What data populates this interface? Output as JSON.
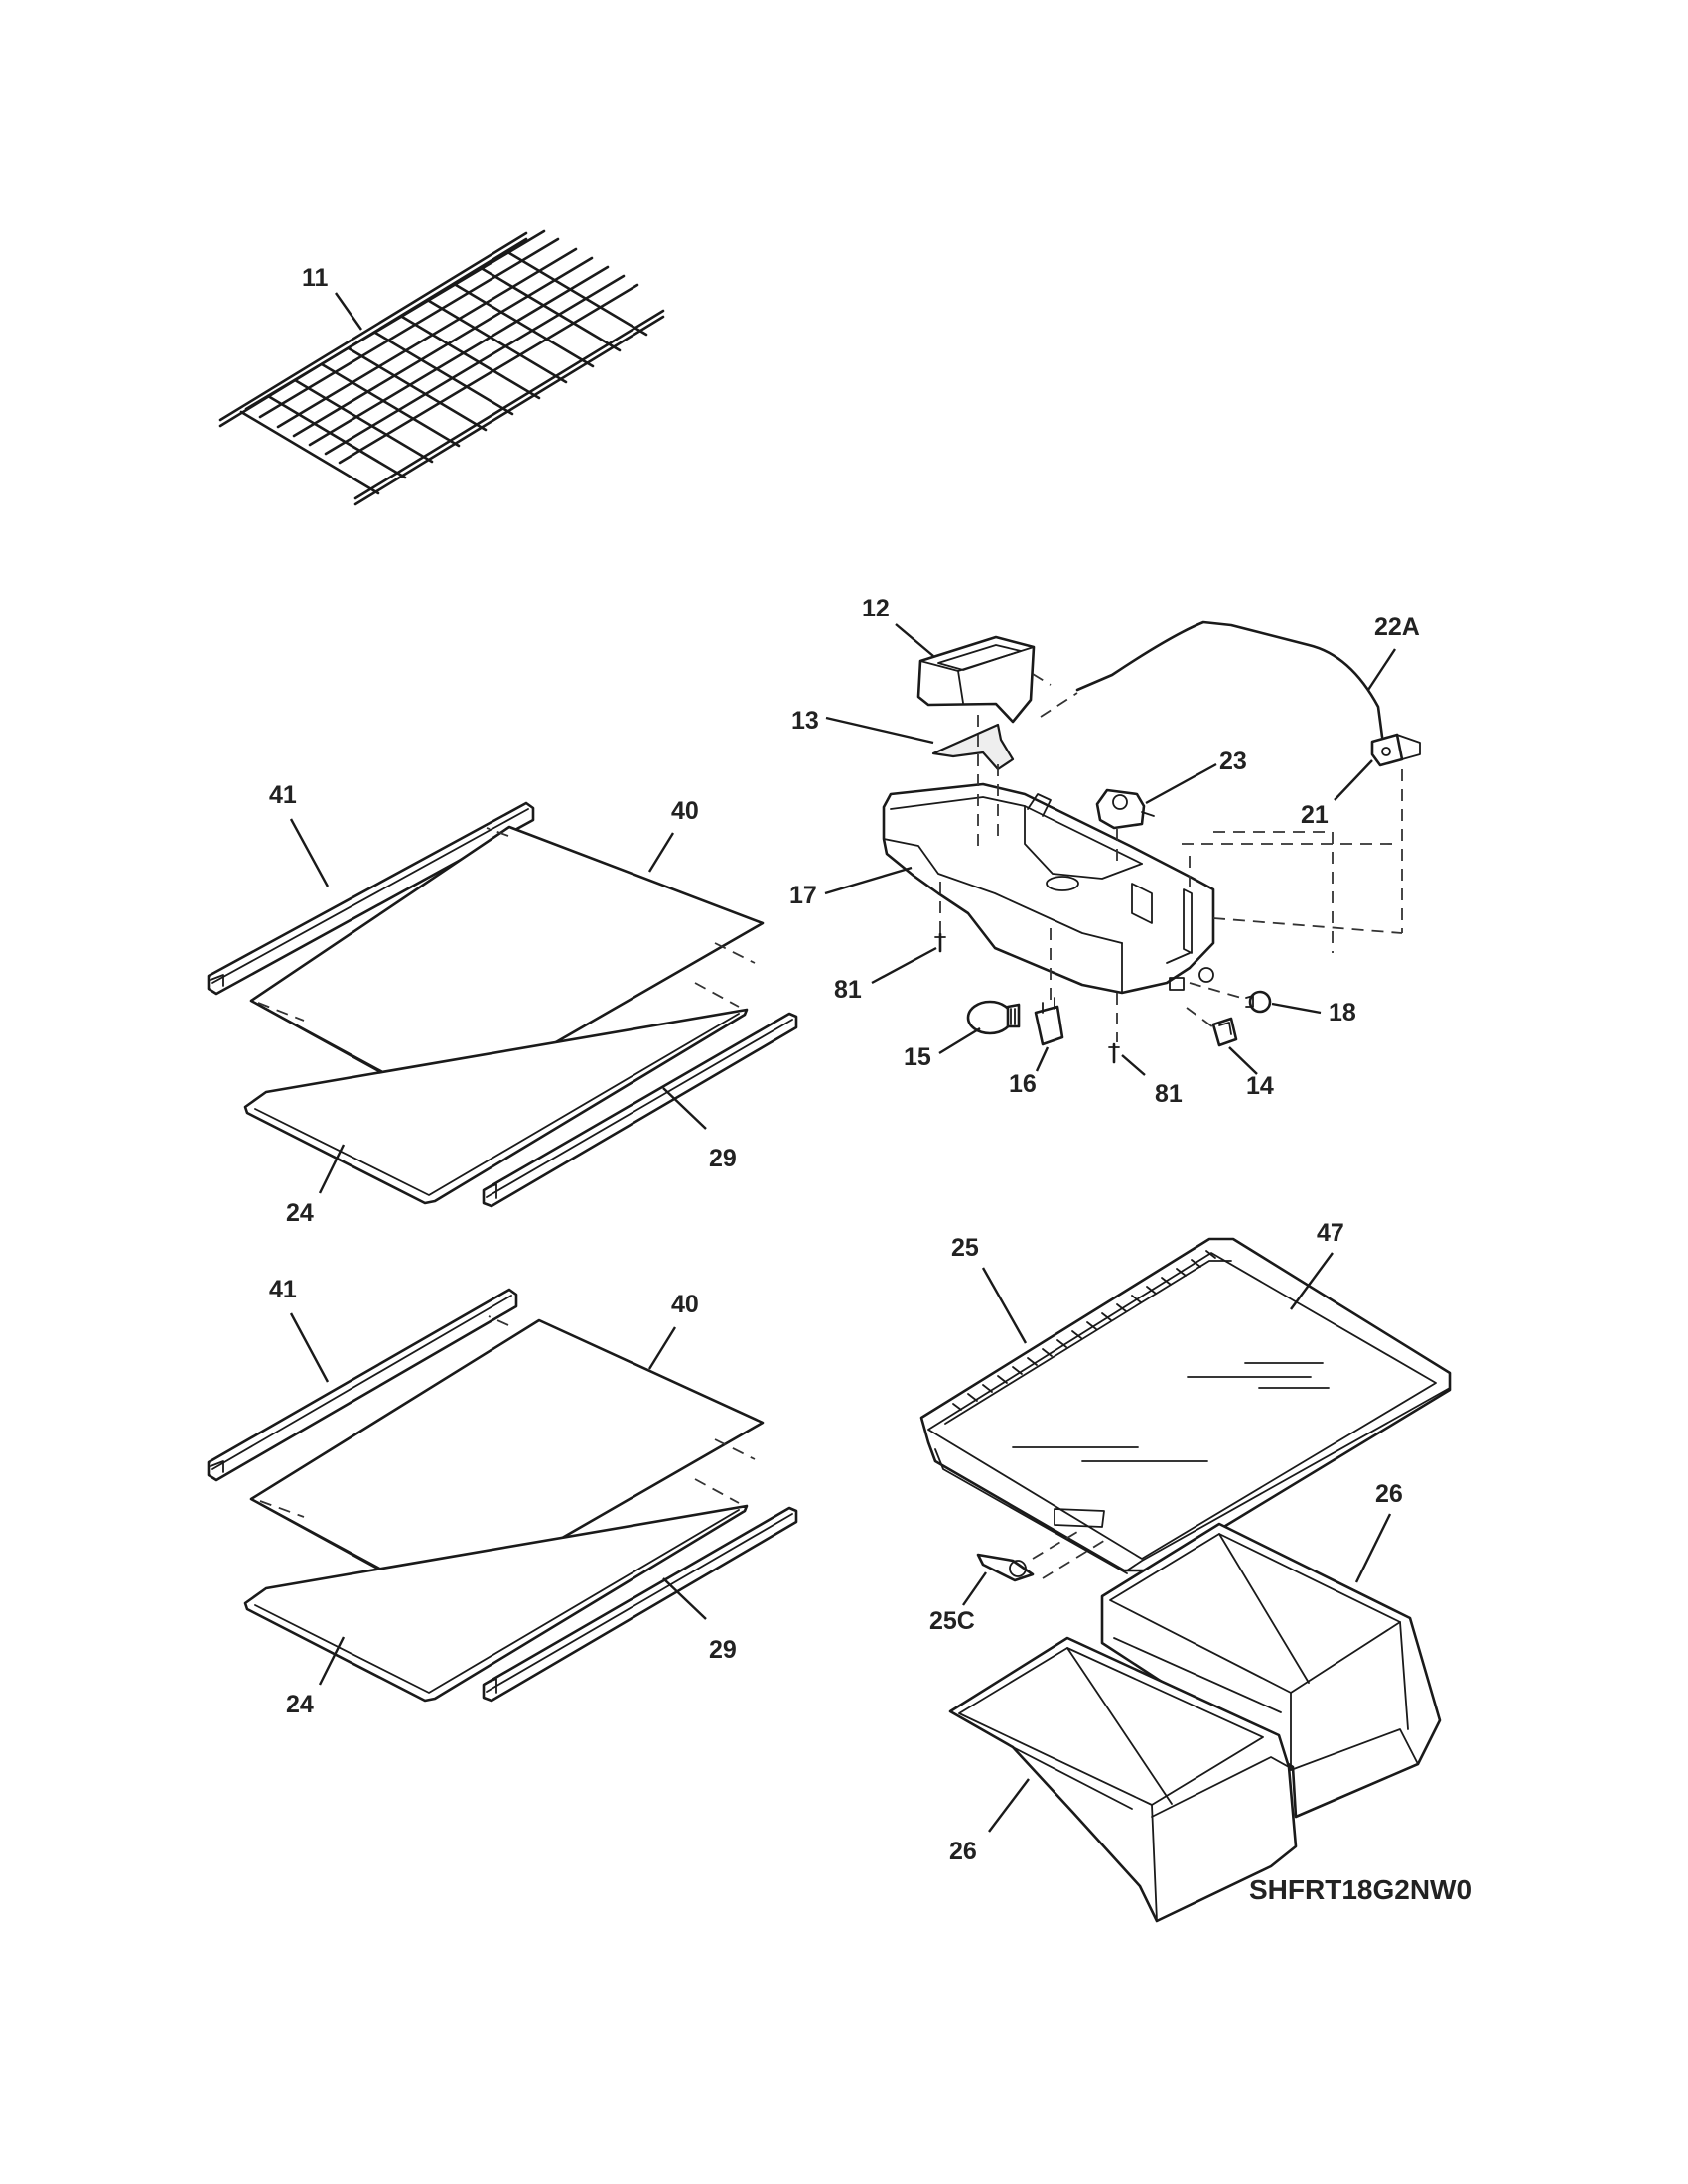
{
  "diagram_code": "SHFRT18G2NW0",
  "callouts": {
    "wire_shelf": "11",
    "light_housing_top": "12",
    "light_shield": "13",
    "light_switch": "14",
    "light_bulb": "15",
    "light_socket": "16",
    "control_housing": "17",
    "knob": "18",
    "thermostat": "21",
    "capillary_tube": "22A",
    "damper_control": "23",
    "upper_shelf_frame": "24",
    "upper_shelf_glass": "40",
    "upper_shelf_front_trim": "41",
    "upper_shelf_rear_trim": "29",
    "upper_screw_a": "81",
    "upper_screw_b": "81",
    "lower_shelf_frame": "24",
    "lower_shelf_glass": "40",
    "lower_shelf_front_trim": "41",
    "lower_shelf_rear_trim": "29",
    "crisper_cover": "25",
    "crisper_cover_glass": "47",
    "crisper_slider": "25C",
    "crisper_drawer_right": "26",
    "crisper_drawer_left": "26"
  }
}
